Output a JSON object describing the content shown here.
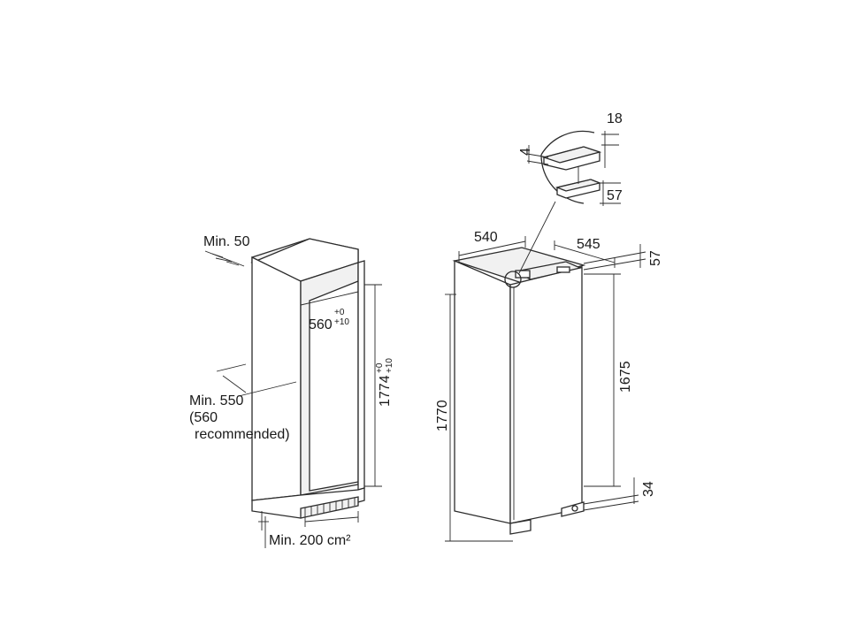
{
  "niche": {
    "min_top_gap": "Min. 50",
    "width": "560",
    "width_tol_upper": "+0",
    "width_tol_lower": "+10",
    "height": "1774",
    "height_tol_upper": "+0",
    "height_tol_lower": "+10",
    "min_depth_line1": "Min. 550",
    "min_depth_line2": "(560",
    "min_depth_line3": "recommended)",
    "vent_area": "Min. 200 cm²"
  },
  "appliance": {
    "width": "540",
    "depth": "545",
    "top_offset": "57",
    "door_height": "1675",
    "bottom_offset": "34",
    "total_height": "1770"
  },
  "detail": {
    "top_thickness": "18",
    "gap": "4",
    "depth": "57"
  }
}
